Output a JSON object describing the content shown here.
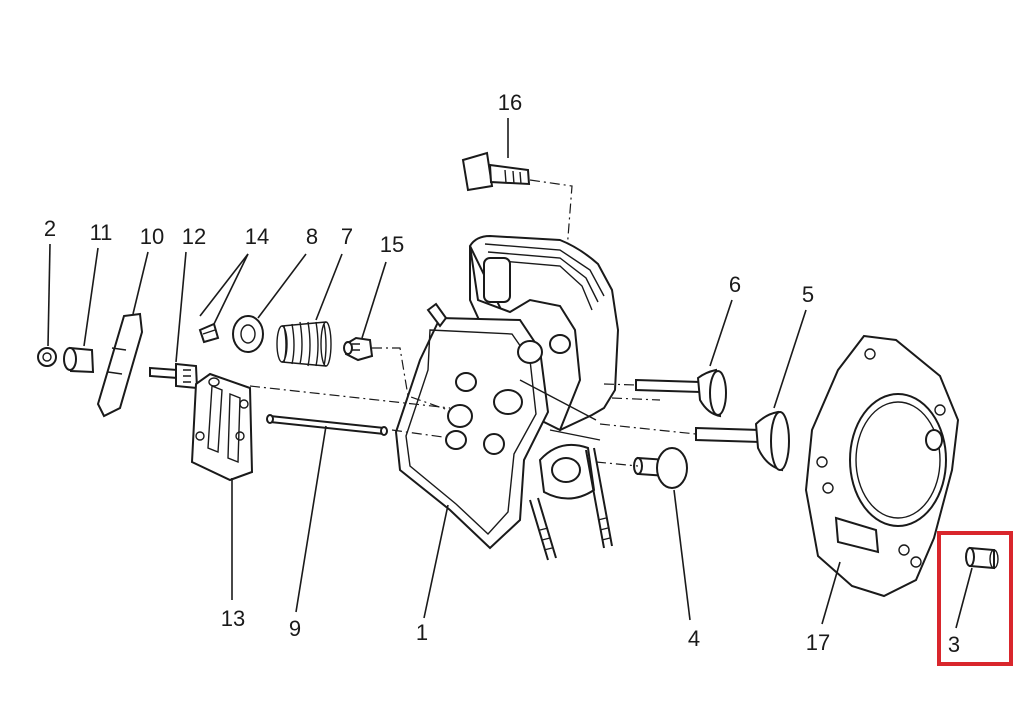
{
  "labels": {
    "p1": "1",
    "p2": "2",
    "p3": "3",
    "p4": "4",
    "p5": "5",
    "p6": "6",
    "p7": "7",
    "p8": "8",
    "p9": "9",
    "p10": "10",
    "p11": "11",
    "p12": "12",
    "p13": "13",
    "p14": "14",
    "p15": "15",
    "p16": "16",
    "p17": "17"
  },
  "highlight": {
    "part": "3",
    "color": "#d9262c"
  }
}
